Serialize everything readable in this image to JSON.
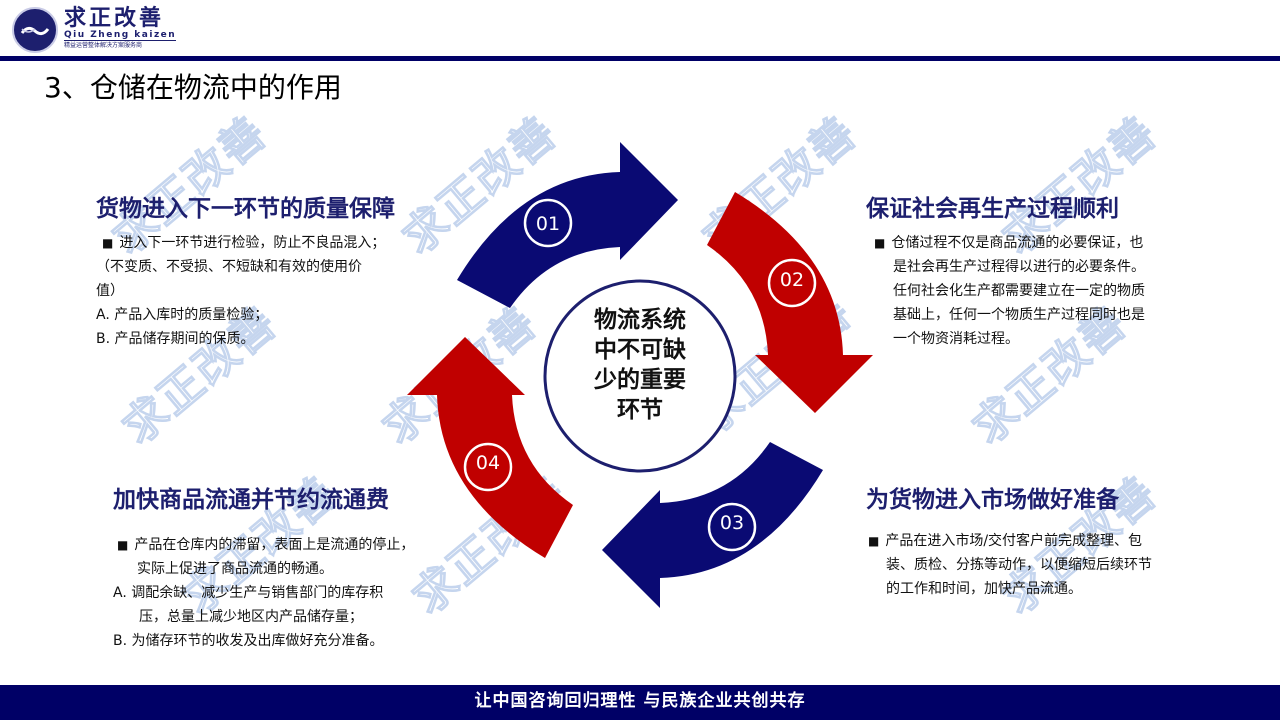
{
  "header": {
    "logo": {
      "name_cn": "求正改善",
      "name_en": "Qiu Zheng kaizen",
      "tagline": "精益运营整体解决方案服务商"
    },
    "title": "3、仓储在物流中的作用"
  },
  "watermark": "求正改善",
  "colors": {
    "navy": "#000066",
    "arrow_blue": "#0a0a73",
    "arrow_red": "#c00000",
    "title_blue": "#1d1f6e"
  },
  "diagram": {
    "center": [
      "物流系统",
      "中不可缺",
      "少的重要",
      "环节"
    ],
    "steps": [
      {
        "number": "01",
        "color": "blue"
      },
      {
        "number": "02",
        "color": "red"
      },
      {
        "number": "03",
        "color": "blue"
      },
      {
        "number": "04",
        "color": "red"
      }
    ]
  },
  "sections": {
    "top_left": {
      "title": "货物进入下一环节的质量保障",
      "lines": [
        "进入下一环节进行检验，防止不良品混入；",
        "（不变质、不受损、不短缺和有效的使用价",
        "值）",
        "A.  产品入库时的质量检验；",
        "B.  产品储存期间的保质。"
      ]
    },
    "top_right": {
      "title": "保证社会再生产过程顺利",
      "lines": [
        "仓储过程不仅是商品流通的必要保证，也",
        "是社会再生产过程得以进行的必要条件。",
        "任何社会化生产都需要建立在一定的物质",
        "基础上，任何一个物质生产过程同时也是",
        "一个物资消耗过程。"
      ]
    },
    "bottom_left": {
      "title": "加快商品流通并节约流通费",
      "lines": [
        "产品在仓库内的滞留，表面上是流通的停止，",
        "实际上促进了商品流通的畅通。",
        "A.  调配余缺、减少生产与销售部门的库存积",
        "压，总量上减少地区内产品储存量；",
        "B.  为储存环节的收发及出库做好充分准备。"
      ]
    },
    "bottom_right": {
      "title": "为货物进入市场做好准备",
      "lines": [
        "产品在进入市场/交付客户前完成整理、包",
        "装、质检、分拣等动作，以便缩短后续环节",
        "的工作和时间，加快产品流通。"
      ]
    }
  },
  "footer": {
    "slogan": "让中国咨询回归理性  与民族企业共创共存"
  }
}
